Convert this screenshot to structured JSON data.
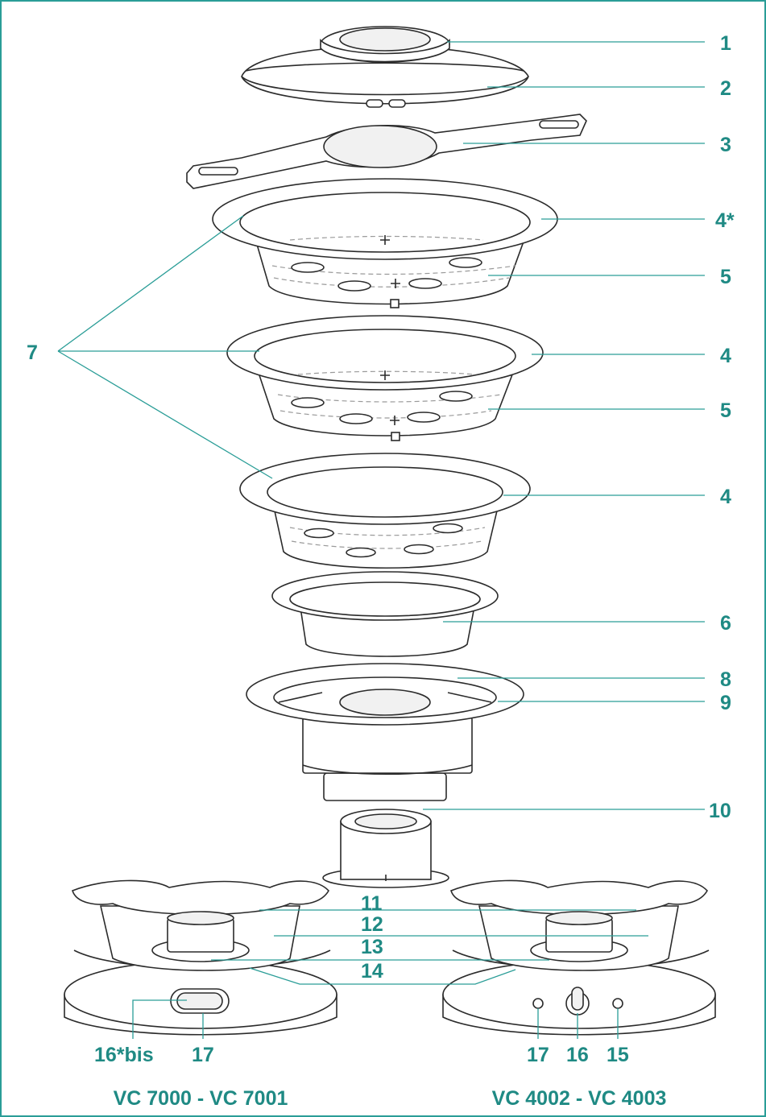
{
  "accent_color": "#1f8a84",
  "callouts": {
    "c1": "1",
    "c2": "2",
    "c3": "3",
    "c4star": "4*",
    "c5a": "5",
    "c4a": "4",
    "c5b": "5",
    "c4b": "4",
    "c6": "6",
    "c7": "7",
    "c8": "8",
    "c9": "9",
    "c10": "10",
    "c11": "11",
    "c12": "12",
    "c13": "13",
    "c14": "14",
    "c16bis": "16*bis",
    "c17left": "17",
    "c17right": "17",
    "c16": "16",
    "c15": "15"
  },
  "models": {
    "left": "VC 7000 - VC 7001",
    "right": "VC 4002 - VC 4003"
  }
}
